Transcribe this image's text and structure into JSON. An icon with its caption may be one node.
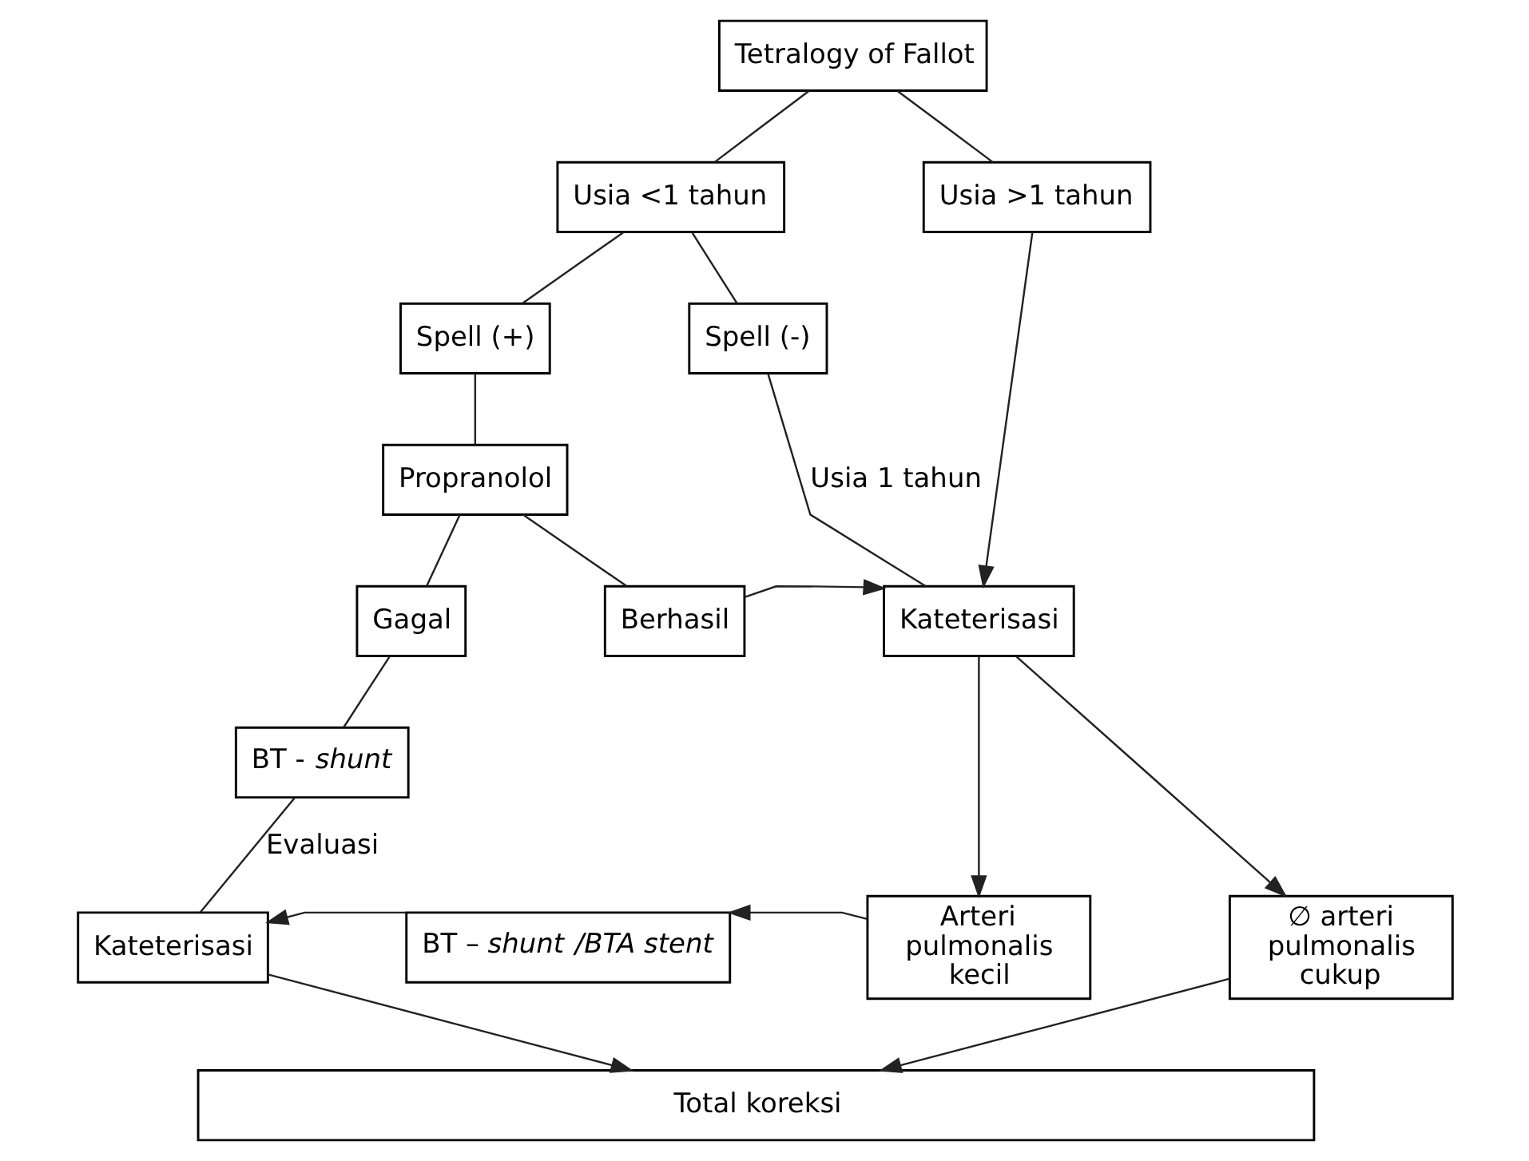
{
  "diagram": {
    "nodes": [
      {
        "text": [
          "Tetralogy of Fallot"
        ]
      },
      {
        "text": [
          "Usia <1 tahun"
        ]
      },
      {
        "text": [
          "Usia >1 tahun"
        ]
      },
      {
        "text": [
          "Spell (+)"
        ]
      },
      {
        "text": [
          "Spell (-)"
        ]
      },
      {
        "text": [
          "Propranolol"
        ]
      },
      {
        "text": [
          "Gagal"
        ]
      },
      {
        "text": [
          "Berhasil"
        ]
      },
      {
        "text": [
          "Kateterisasi"
        ]
      },
      {
        "text": [
          "BT - *shunt*"
        ]
      },
      {
        "text": [
          "Arteri pulmonalis kecil"
        ]
      },
      {
        "text": [
          "∅ arteri pulmonalis cukup"
        ]
      },
      {
        "text": [
          "Kateterisasi"
        ]
      },
      {
        "text": [
          "BT – *shunt* */BTA stent*"
        ]
      },
      {
        "text": [
          "Total koreksi"
        ]
      }
    ],
    "edges": [
      {
        "from": 0,
        "to": 1,
        "arrow": "none"
      },
      {
        "from": 0,
        "to": 2,
        "arrow": "none"
      },
      {
        "from": 1,
        "to": 3,
        "arrow": "none"
      },
      {
        "from": 1,
        "to": 4,
        "arrow": "none"
      },
      {
        "from": 3,
        "to": 5,
        "arrow": "none"
      },
      {
        "from": 5,
        "to": 6,
        "arrow": "none"
      },
      {
        "from": 5,
        "to": 7,
        "arrow": "none"
      },
      {
        "from": 4,
        "to": 8,
        "arrow": "none",
        "label": "Usia 1 tahun"
      },
      {
        "from": 7,
        "to": 8,
        "arrow": "to"
      },
      {
        "from": 2,
        "to": 8,
        "arrow": "to"
      },
      {
        "from": 6,
        "to": 9,
        "arrow": "none"
      },
      {
        "from": 9,
        "to": 12,
        "arrow": "none",
        "label": "Evaluasi"
      },
      {
        "from": 8,
        "to": 10,
        "arrow": "to"
      },
      {
        "from": 8,
        "to": 11,
        "arrow": "to"
      },
      {
        "from": 10,
        "to": 13,
        "arrow": "to"
      },
      {
        "from": 13,
        "to": 12,
        "arrow": "to"
      },
      {
        "from": 12,
        "to": 14,
        "arrow": "to"
      },
      {
        "from": 11,
        "to": 14,
        "arrow": "to"
      }
    ]
  }
}
